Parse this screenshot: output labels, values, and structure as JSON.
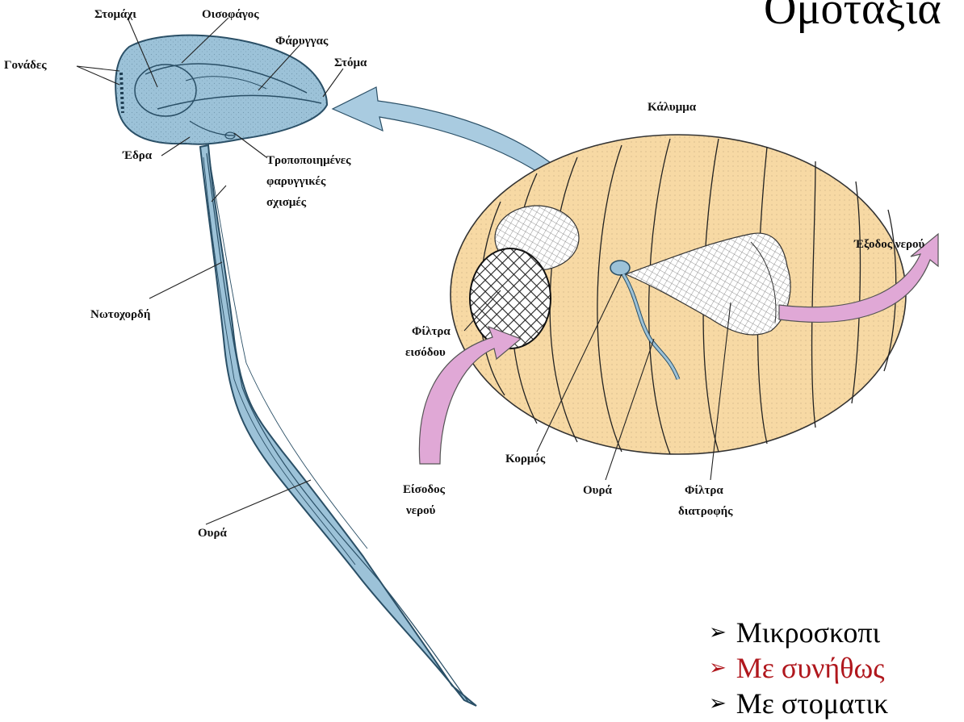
{
  "slide": {
    "title": "Ομοταξία",
    "bullets": [
      {
        "text": "Μικροσκοπι",
        "color": "#000000"
      },
      {
        "text": "Με συνήθως",
        "color": "#b0171d"
      },
      {
        "text": "Με στοματικ",
        "color": "#000000"
      }
    ]
  },
  "diagram": {
    "colors": {
      "body": "#9cc2d8",
      "body_outline": "#2a4f66",
      "house": "#f7d9a4",
      "water_arrow": "#e0a8d6",
      "link_arrow": "#a9cbe0"
    },
    "left_labels": {
      "stomach": "Στομάχι",
      "esophagus": "Οισοφάγος",
      "pharynx": "Φάρυγγας",
      "mouth": "Στόμα",
      "gonads": "Γονάδες",
      "anus": "Έδρα",
      "gill_slits_1": "Τροποποιημένες",
      "gill_slits_2": "φαρυγγικές",
      "gill_slits_3": "σχισμές",
      "notochord": "Νωτοχορδή",
      "tail": "Ουρά"
    },
    "right_labels": {
      "house": "Κάλυμμα",
      "water_out": "Έξοδος νερού",
      "inlet_filter_1": "Φίλτρα",
      "inlet_filter_2": "εισόδου",
      "trunk": "Κορμός",
      "water_in_1": "Είσοδος",
      "water_in_2": "νερού",
      "tail": "Ουρά",
      "feeding_filter_1": "Φίλτρα",
      "feeding_filter_2": "διατροφής"
    }
  }
}
